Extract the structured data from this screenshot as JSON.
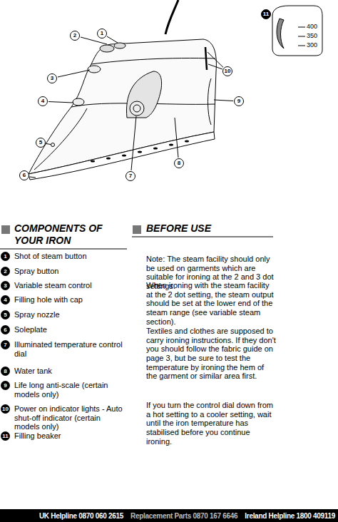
{
  "diagram": {
    "nodes": [
      {
        "text": [
          "UK Helpline 0870 060 2615",
          "Replacement Parts 0870 167 6646",
          "Ireland Helpline 1800 409119"
        ]
      }
    ],
    "labels": [
      "2",
      "1",
      "3",
      "4",
      "5",
      "6",
      "7",
      "8",
      "9",
      "10",
      "11",
      "400",
      "350",
      "300",
      "COMPONENTS OF YOUR IRON",
      "1",
      "Shot of steam button",
      "2",
      "Spray button",
      "3",
      "Variable steam control",
      "4",
      "Filling hole with cap",
      "5",
      "Spray nozzle",
      "6",
      "Soleplate",
      "7",
      "Illuminated temperature control dial",
      "8",
      "Water tank",
      "9",
      "Life long anti-scale (certain models only)",
      "10",
      "Power on indicator lights - Auto shut-off indicator (certain models only)",
      "11",
      "Filling beaker",
      "BEFORE USE",
      "Note: The steam facility should only be used on garments which are suitable for ironing at the 2 and 3 dot settings.",
      "When ironing with the steam facility at the 2 dot setting, the steam output should be set at the lower end of the steam range (see variable steam section).",
      "Textiles and clothes are supposed to carry ironing instructions. If they don't you should follow the fabric guide on page 3, but be sure to test the temperature by ironing the hem of the garment or similar area first.",
      "If you turn the control dial down from a hot setting to a cooler setting, wait until the iron temperature has stabilised before you continue ironing."
    ]
  }
}
